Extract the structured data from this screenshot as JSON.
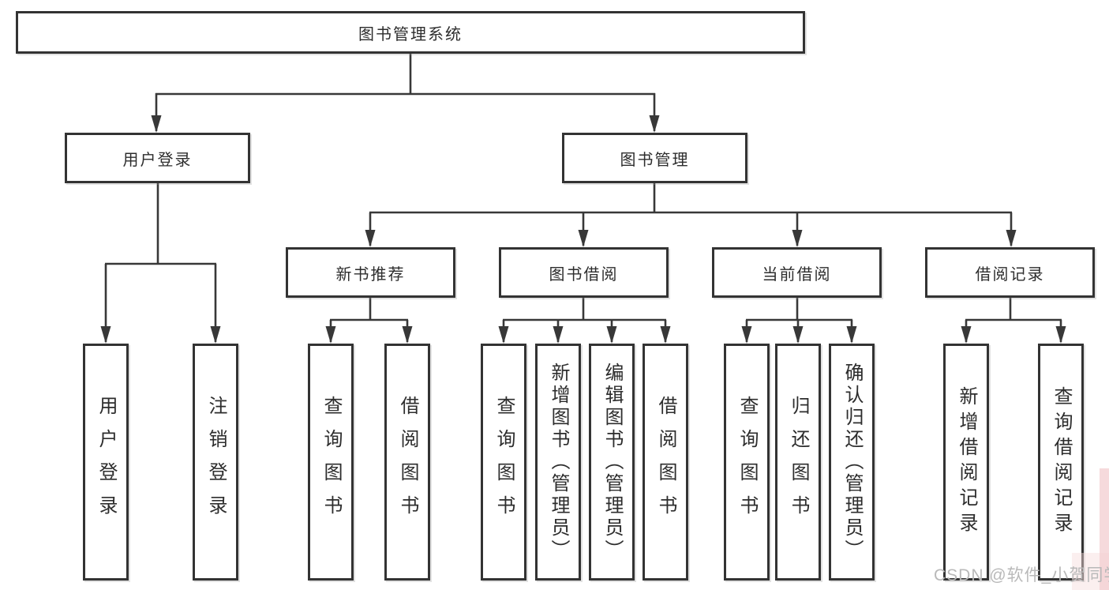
{
  "diagram": {
    "root": {
      "label": "图书管理系统"
    },
    "level2": [
      {
        "label": "用户登录"
      },
      {
        "label": "图书管理"
      }
    ],
    "level3": [
      {
        "label": "新书推荐"
      },
      {
        "label": "图书借阅"
      },
      {
        "label": "当前借阅"
      },
      {
        "label": "借阅记录"
      }
    ],
    "leaves": [
      {
        "label": "用户登录"
      },
      {
        "label": "注销登录"
      },
      {
        "label": "查询图书"
      },
      {
        "label": "借阅图书"
      },
      {
        "label": "查询图书"
      },
      {
        "label": "新增图书（管理员）"
      },
      {
        "label": "编辑图书（管理员）"
      },
      {
        "label": "借阅图书"
      },
      {
        "label": "查询图书"
      },
      {
        "label": "归还图书"
      },
      {
        "label": "确认归还（管理员）"
      },
      {
        "label": "新增借阅记录"
      },
      {
        "label": "查询借阅记录"
      }
    ]
  },
  "watermark": {
    "text": "CSDN @软件_小贺同学"
  },
  "colors": {
    "line": "#383838",
    "box_border": "#333333",
    "text": "#2d2d2d",
    "watermark": "#b9b9b9",
    "corner_tint": "#f3ced0"
  }
}
